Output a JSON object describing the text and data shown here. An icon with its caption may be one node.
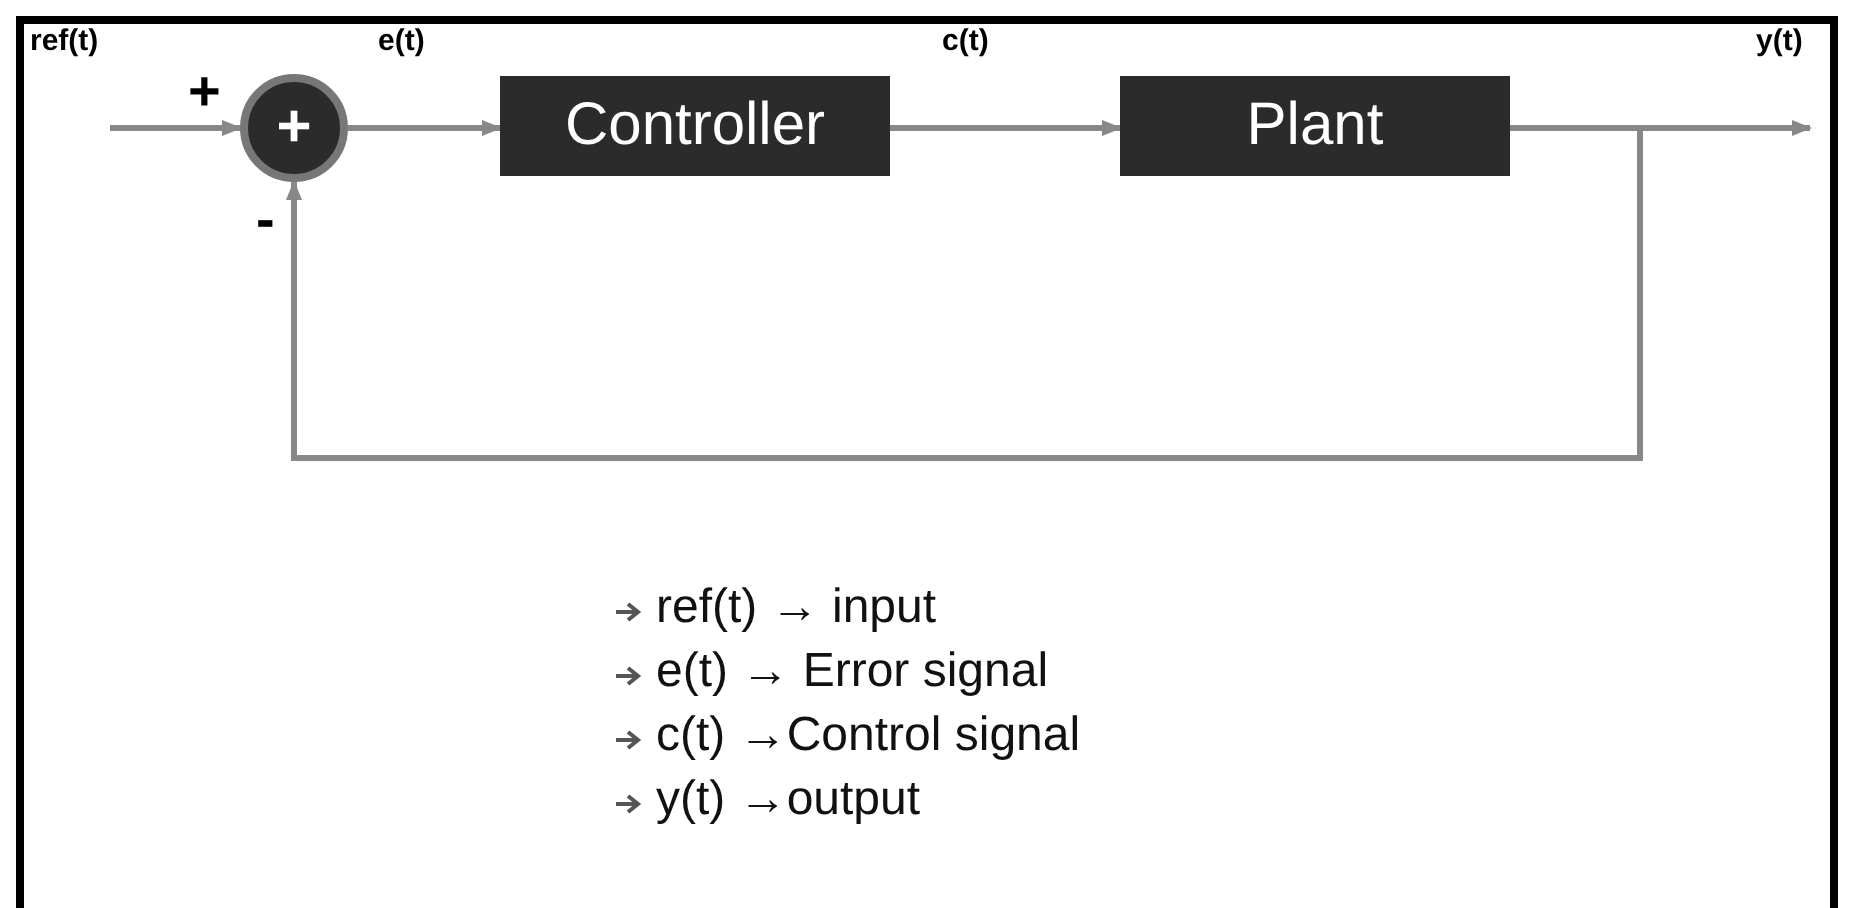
{
  "diagram": {
    "nodes": [
      {
        "text": [
          "+"
        ]
      },
      {
        "text": [
          "Controller"
        ]
      },
      {
        "text": [
          "Plant"
        ]
      }
    ],
    "edges": [
      {
        "from": null,
        "to": 0,
        "arrow": "to",
        "label": "ref(t)"
      },
      {
        "from": 0,
        "to": 1,
        "arrow": "to",
        "label": "e(t)"
      },
      {
        "from": 1,
        "to": 2,
        "arrow": "to",
        "label": "c(t)"
      },
      {
        "from": 2,
        "to": null,
        "arrow": "to",
        "label": "y(t)"
      },
      {
        "from": 2,
        "to": 0,
        "arrow": "to"
      }
    ],
    "labels": [
      "+",
      "-",
      "ref(t) → input",
      "e(t) → Error signal",
      "c(t) →Control signal",
      "y(t) →output"
    ]
  }
}
